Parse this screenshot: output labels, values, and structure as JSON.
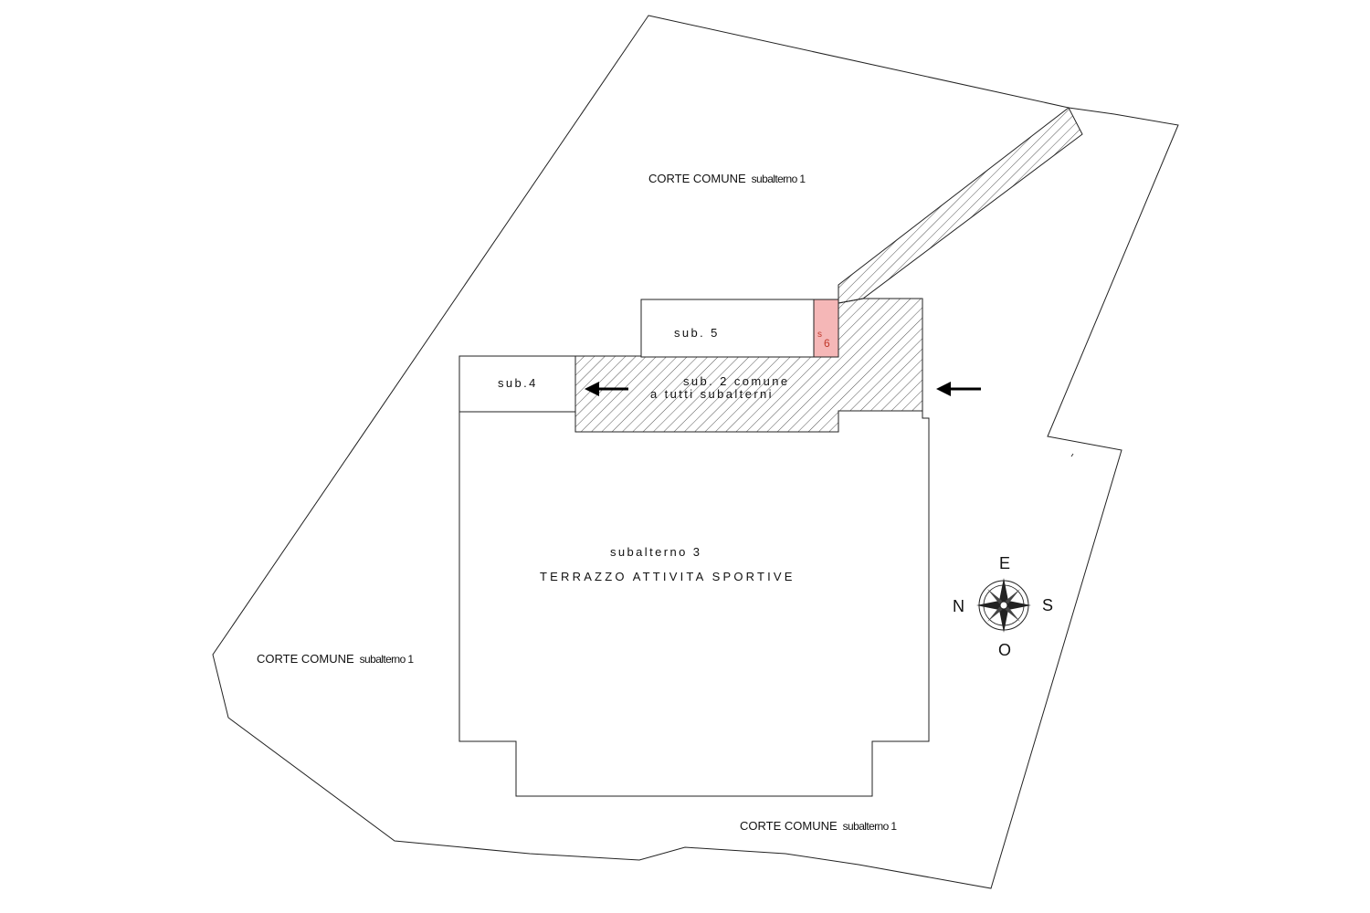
{
  "labels": {
    "corte_north": {
      "main": "CORTE COMUNE",
      "sub": "subalterno 1"
    },
    "corte_west": {
      "main": "CORTE COMUNE",
      "sub": "subalterno 1"
    },
    "corte_south": {
      "main": "CORTE COMUNE",
      "sub": "subalterno 1"
    },
    "sub5": "sub. 5",
    "sub4": "sub.4",
    "sub6_s": "s",
    "sub6_n": "6",
    "sub2_line1": "sub. 2 comune",
    "sub2_line2": "a tutti subalterni",
    "sub3_line1": "subalterno 3",
    "sub3_line2": "TERRAZZO ATTIVITA SPORTIVE"
  },
  "compass": {
    "top": "E",
    "left": "N",
    "right": "S",
    "bottom": "O"
  },
  "colors": {
    "sub6_fill": "#f5b7b7",
    "sub6_text": "#c0392b",
    "line": "#222222"
  }
}
